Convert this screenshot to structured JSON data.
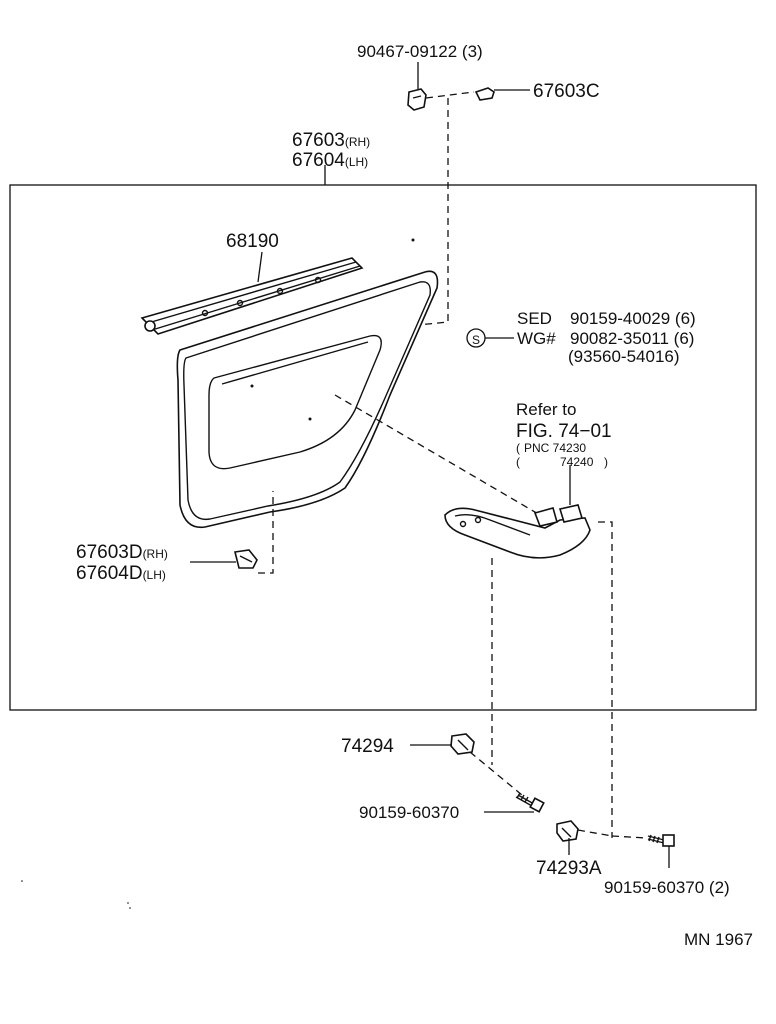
{
  "callouts": {
    "clip_top": "90467-09122 (3)",
    "clip_67603c": "67603C",
    "board_rh": "67603",
    "board_rh_suffix": "(RH)",
    "board_lh": "67604",
    "board_lh_suffix": "(LH)",
    "weatherstrip": "68190",
    "sed_prefix": "SED",
    "sed_part": "90159-40029 (6)",
    "wg_prefix": "WG#",
    "wg_part": "90082-35011 (6)",
    "wg_alt_part": "(93560-54016)",
    "s_symbol": "S",
    "refer_line1": "Refer to",
    "refer_line2": "FIG. 74−01",
    "refer_pnc_open": "(",
    "refer_pnc_1": "PNC 74230",
    "refer_pnc_2": "74240",
    "refer_pnc_close": ")",
    "clip_d_rh": "67603D",
    "clip_d_rh_suffix": "(RH)",
    "clip_d_lh": "67604D",
    "clip_d_lh_suffix": "(LH)",
    "part_74294": "74294",
    "screw_1": "90159-60370",
    "part_74293a": "74293A",
    "screw_2": "90159-60370 (2)"
  },
  "footer": {
    "figure_code": "MN 1967"
  },
  "colors": {
    "ink": "#111111",
    "paper": "#ffffff"
  }
}
